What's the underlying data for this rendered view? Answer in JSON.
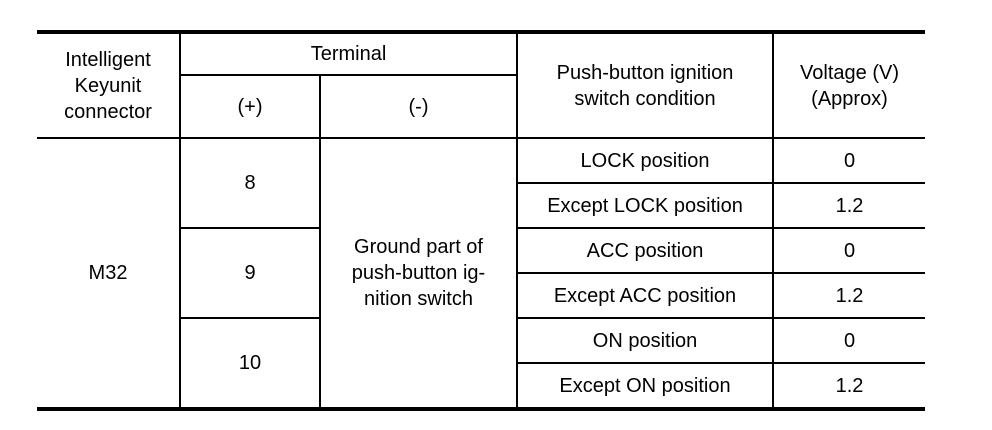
{
  "table": {
    "header": {
      "connector": "Intelligent\nKeyunit\nconnector",
      "terminal": "Terminal",
      "plus": "(+)",
      "minus": "(-)",
      "condition": "Push-button ignition\nswitch condition",
      "voltage": "Voltage (V)\n(Approx)"
    },
    "body": {
      "connector": "M32",
      "ground": "Ground part of\npush-button ig-\nnition switch",
      "rows": [
        {
          "terminal_plus": "8",
          "condition": "LOCK position",
          "voltage": "0"
        },
        {
          "condition": "Except LOCK position",
          "voltage": "1.2"
        },
        {
          "terminal_plus": "9",
          "condition": "ACC position",
          "voltage": "0"
        },
        {
          "condition": "Except ACC position",
          "voltage": "1.2"
        },
        {
          "terminal_plus": "10",
          "condition": "ON position",
          "voltage": "0"
        },
        {
          "condition": "Except ON position",
          "voltage": "1.2"
        }
      ]
    }
  }
}
